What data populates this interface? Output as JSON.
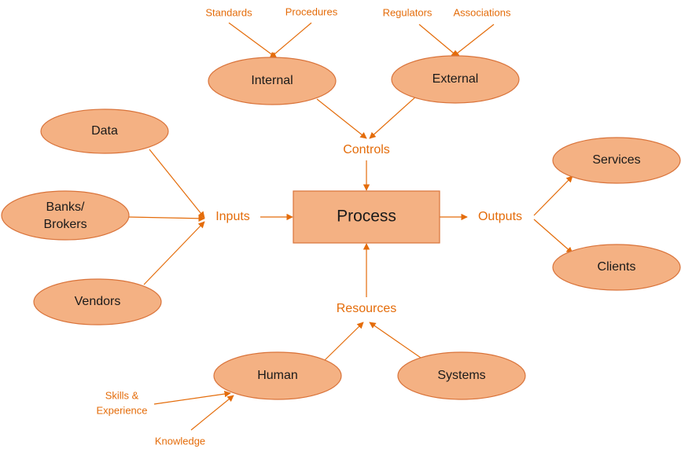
{
  "diagram": {
    "process": "Process",
    "labels": {
      "inputs": "Inputs",
      "outputs": "Outputs",
      "controls": "Controls",
      "resources": "Resources"
    },
    "inputs": {
      "data": "Data",
      "banks_line1": "Banks/",
      "banks_line2": "Brokers",
      "vendors": "Vendors"
    },
    "outputs": {
      "services": "Services",
      "clients": "Clients"
    },
    "controls": {
      "internal": "Internal",
      "external": "External",
      "standards": "Standards",
      "procedures": "Procedures",
      "regulators": "Regulators",
      "associations": "Associations"
    },
    "resources": {
      "human": "Human",
      "systems": "Systems",
      "skills_line1": "Skills &",
      "skills_line2": "Experience",
      "knowledge": "Knowledge"
    },
    "colors": {
      "node_fill": "#f4b183",
      "node_stroke": "#d9733a",
      "accent": "#e46c0a"
    }
  }
}
